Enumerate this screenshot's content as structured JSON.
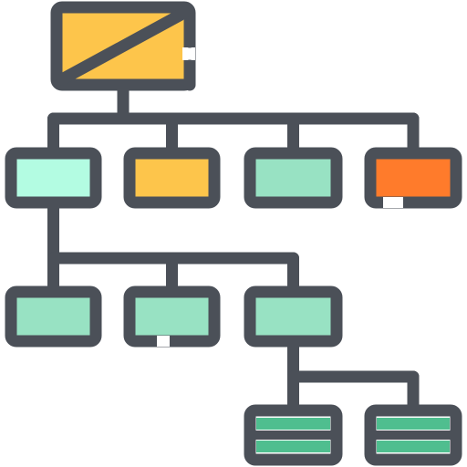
{
  "diagram": {
    "kind": "hierarchy-icon",
    "colors": {
      "stroke": "#4b5058",
      "yellow": "#fdc54b",
      "mint": "#b3fce2",
      "green_light": "#98e2c3",
      "orange": "#ff7b2b",
      "green_dark": "#4fbe8f",
      "white": "#ffffff"
    },
    "nodes": [
      {
        "id": "root",
        "level": 0,
        "parent": null,
        "fill": "yellow",
        "style": "split"
      },
      {
        "id": "l1-a",
        "level": 1,
        "parent": "root",
        "fill": "mint"
      },
      {
        "id": "l1-b",
        "level": 1,
        "parent": "root",
        "fill": "yellow"
      },
      {
        "id": "l1-c",
        "level": 1,
        "parent": "root",
        "fill": "green_light"
      },
      {
        "id": "l1-d",
        "level": 1,
        "parent": "root",
        "fill": "orange"
      },
      {
        "id": "l2-a",
        "level": 2,
        "parent": "l1-a",
        "fill": "green_light"
      },
      {
        "id": "l2-b",
        "level": 2,
        "parent": "l1-a",
        "fill": "green_light"
      },
      {
        "id": "l2-c",
        "level": 2,
        "parent": "l1-a",
        "fill": "green_light"
      },
      {
        "id": "l3-a",
        "level": 3,
        "parent": "l2-c",
        "fill": "green_dark",
        "style": "stripes"
      },
      {
        "id": "l3-b",
        "level": 3,
        "parent": "l2-c",
        "fill": "green_dark",
        "style": "stripes"
      }
    ]
  }
}
